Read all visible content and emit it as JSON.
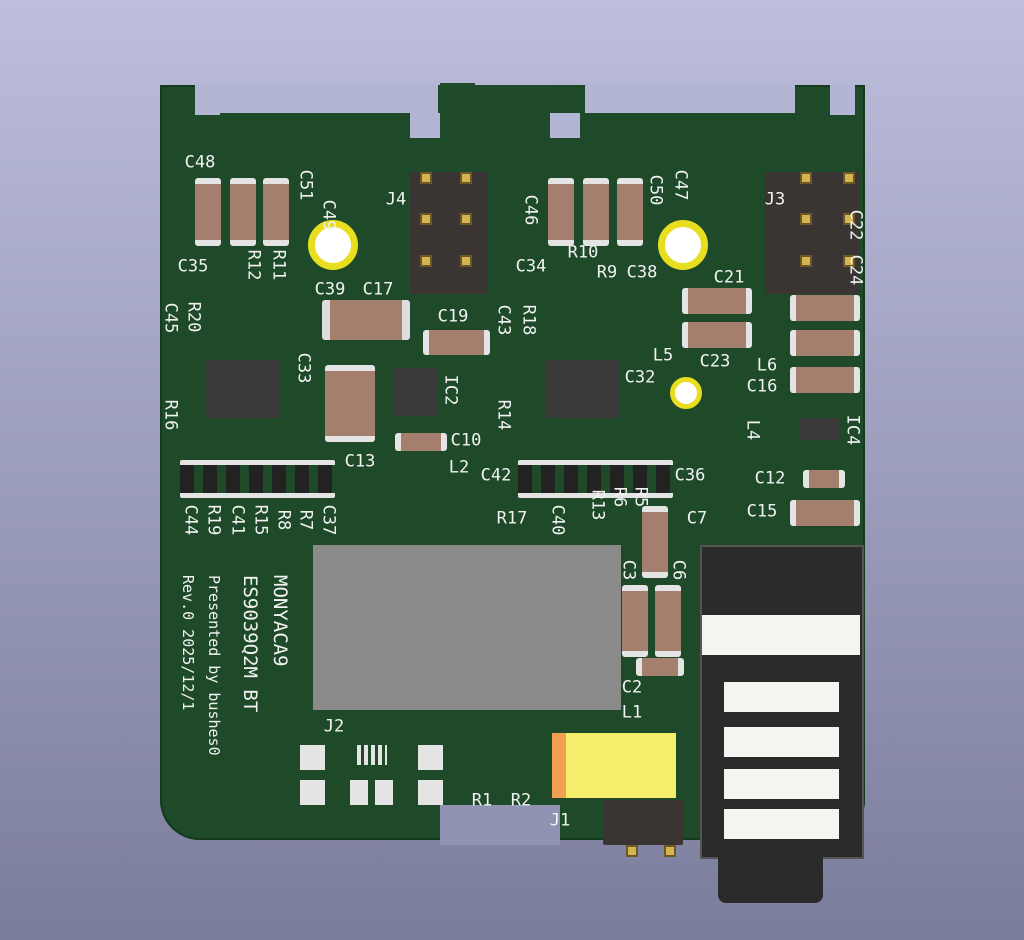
{
  "board": {
    "silkscreen_text": {
      "line1": "MONYACA9",
      "line2": "ES9039Q2M BT",
      "line3": "Presented by bushes0",
      "line4": "Rev.0 2025/12/1"
    },
    "colors": {
      "soldermask": "#1e4a29",
      "silkscreen": "#f2f2f2",
      "pad": "#e4e4e4",
      "gold": "#d6b451",
      "background": "#9c9ebd"
    },
    "reference_designators": [
      "C48",
      "C51",
      "C49",
      "J4",
      "C46",
      "C47",
      "C50",
      "J3",
      "C22",
      "C24",
      "C35",
      "R12",
      "R11",
      "C39",
      "C17",
      "R10",
      "R9",
      "C38",
      "C34",
      "C21",
      "C45",
      "R20",
      "C19",
      "C43",
      "R18",
      "L5",
      "C23",
      "L6",
      "C33",
      "IC2",
      "C32",
      "C16",
      "R16",
      "R14",
      "L4",
      "IC4",
      "C10",
      "L2",
      "C13",
      "C42",
      "C36",
      "C12",
      "C15",
      "C7",
      "C44",
      "R19",
      "C41",
      "R15",
      "R8",
      "R7",
      "C37",
      "R17",
      "C40",
      "R13",
      "R6",
      "R5",
      "C3",
      "C6",
      "C2",
      "L1",
      "J2",
      "R1",
      "R2",
      "J1"
    ]
  }
}
